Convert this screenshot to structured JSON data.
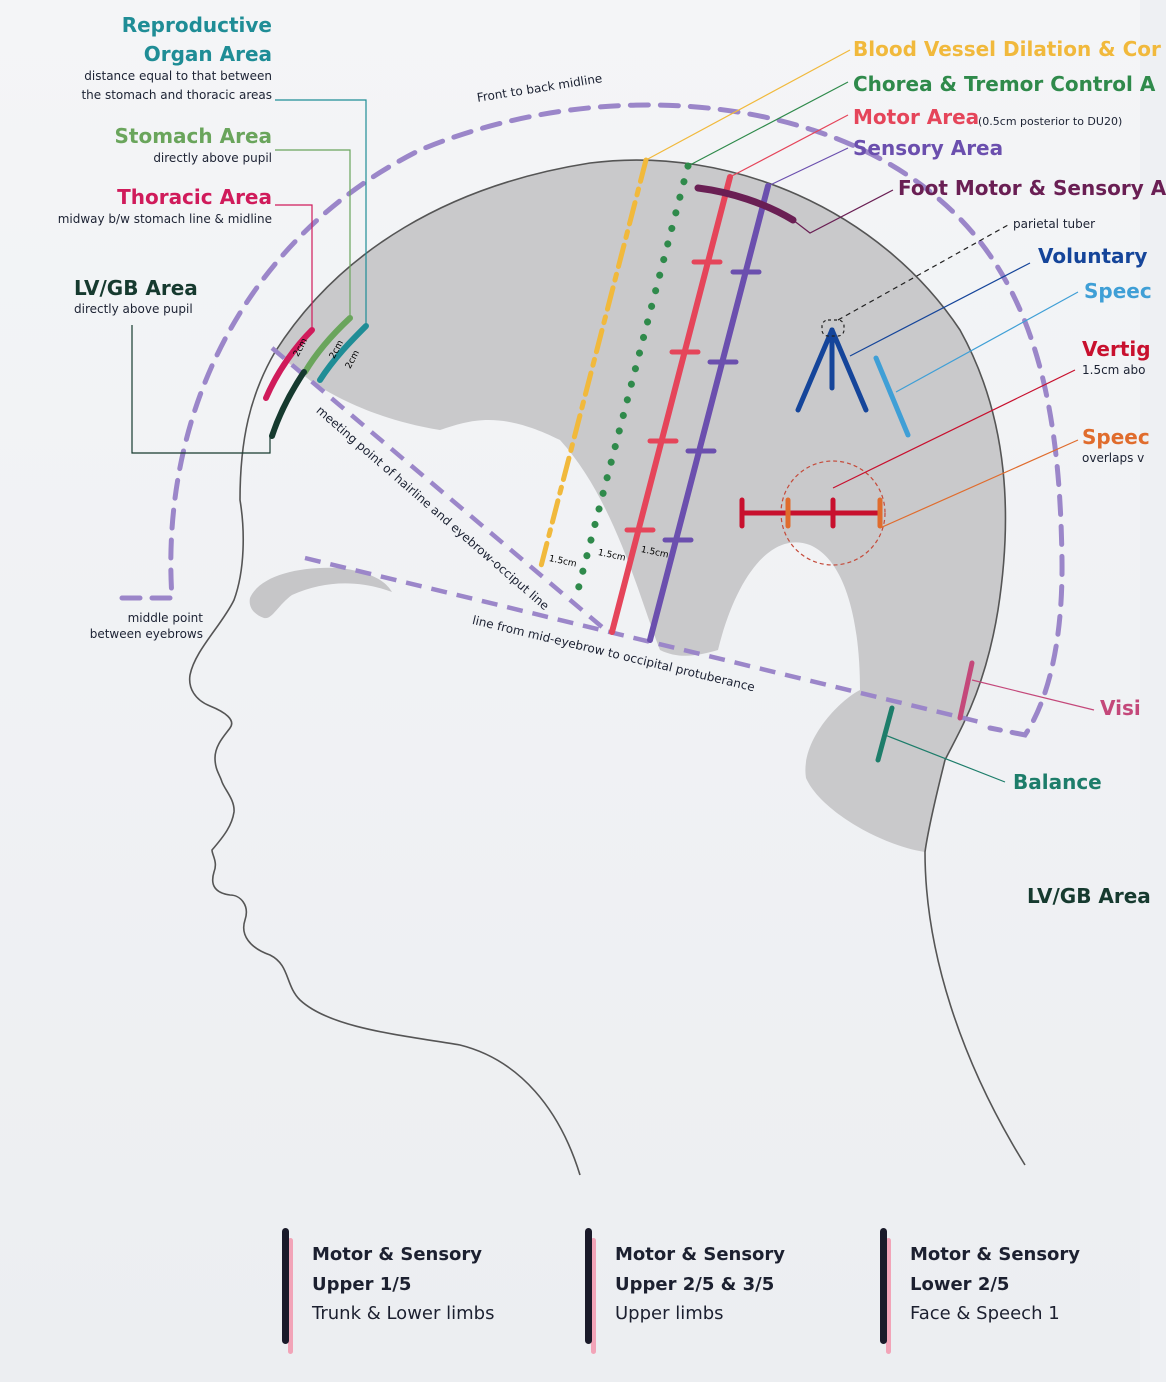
{
  "left_labels": {
    "reproductive_title_1": "Reproductive",
    "reproductive_title_2": "Organ Area",
    "reproductive_sub_1": "distance equal to that between",
    "reproductive_sub_2": "the stomach and thoracic areas",
    "stomach_title": "Stomach Area",
    "stomach_sub": "directly above pupil",
    "thoracic_title": "Thoracic Area",
    "thoracic_sub": "midway b/w stomach line & midline",
    "lvgb_title": "LV/GB Area",
    "lvgb_sub": "directly above pupil",
    "middle_point_1": "middle point",
    "middle_point_2": "between eyebrows"
  },
  "right_labels": {
    "blood_vessel": "Blood Vessel Dilation & Cor",
    "chorea": "Chorea & Tremor Control A",
    "motor": "Motor Area",
    "motor_note": "(0.5cm posterior to DU20)",
    "sensory": "Sensory Area",
    "foot_motor": "Foot Motor & Sensory A",
    "parietal_tuber": "parietal tuber",
    "voluntary": "Voluntary",
    "speech_top": "Speec",
    "vertigo": "Vertig",
    "vertigo_sub": "1.5cm abo",
    "speech_mid": "Speec",
    "speech_mid_sub": "overlaps v",
    "vision": "Visi",
    "balance": "Balance",
    "lvgb_right": "LV/GB Area"
  },
  "diagram_text": {
    "front_to_back": "Front to back midline",
    "hairline_line": "meeting point of hairline and eyebrow-occiput line",
    "eyebrow_line": "line from mid-eyebrow to occipital protuberance",
    "cm_2a": "2cm",
    "cm_2b": "2cm",
    "cm_2c": "2cm",
    "cm_15a": "1.5cm",
    "cm_15b": "1.5cm",
    "cm_15c": "1.5cm"
  },
  "legend": [
    {
      "line1": "Motor & Sensory",
      "line2": "Upper 1/5",
      "line3": "Trunk & Lower limbs"
    },
    {
      "line1": "Motor & Sensory",
      "line2": "Upper 2/5 & 3/5",
      "line3": "Upper limbs"
    },
    {
      "line1": "Motor & Sensory",
      "line2": "Lower 2/5",
      "line3": "Face & Speech 1"
    }
  ],
  "colors": {
    "teal": "#1f8d96",
    "green": "#6aa55c",
    "crimson": "#d01b5b",
    "dark_green": "#163a2f",
    "yellow": "#f1b93c",
    "chorea_green": "#2f8a4b",
    "motor_red": "#e5455a",
    "sensory_purple": "#6b4fae",
    "foot_purple": "#6a1f54",
    "voluntary_blue": "#15459a",
    "speech_blue": "#3f9fd6",
    "vertigo_red": "#c8102e",
    "speech_orange": "#e06c2d",
    "vision_pink": "#c4487a",
    "balance_teal": "#1d7d6a",
    "midline_lavender": "#9b86c9",
    "shade_gray": "#c9c9cb"
  }
}
